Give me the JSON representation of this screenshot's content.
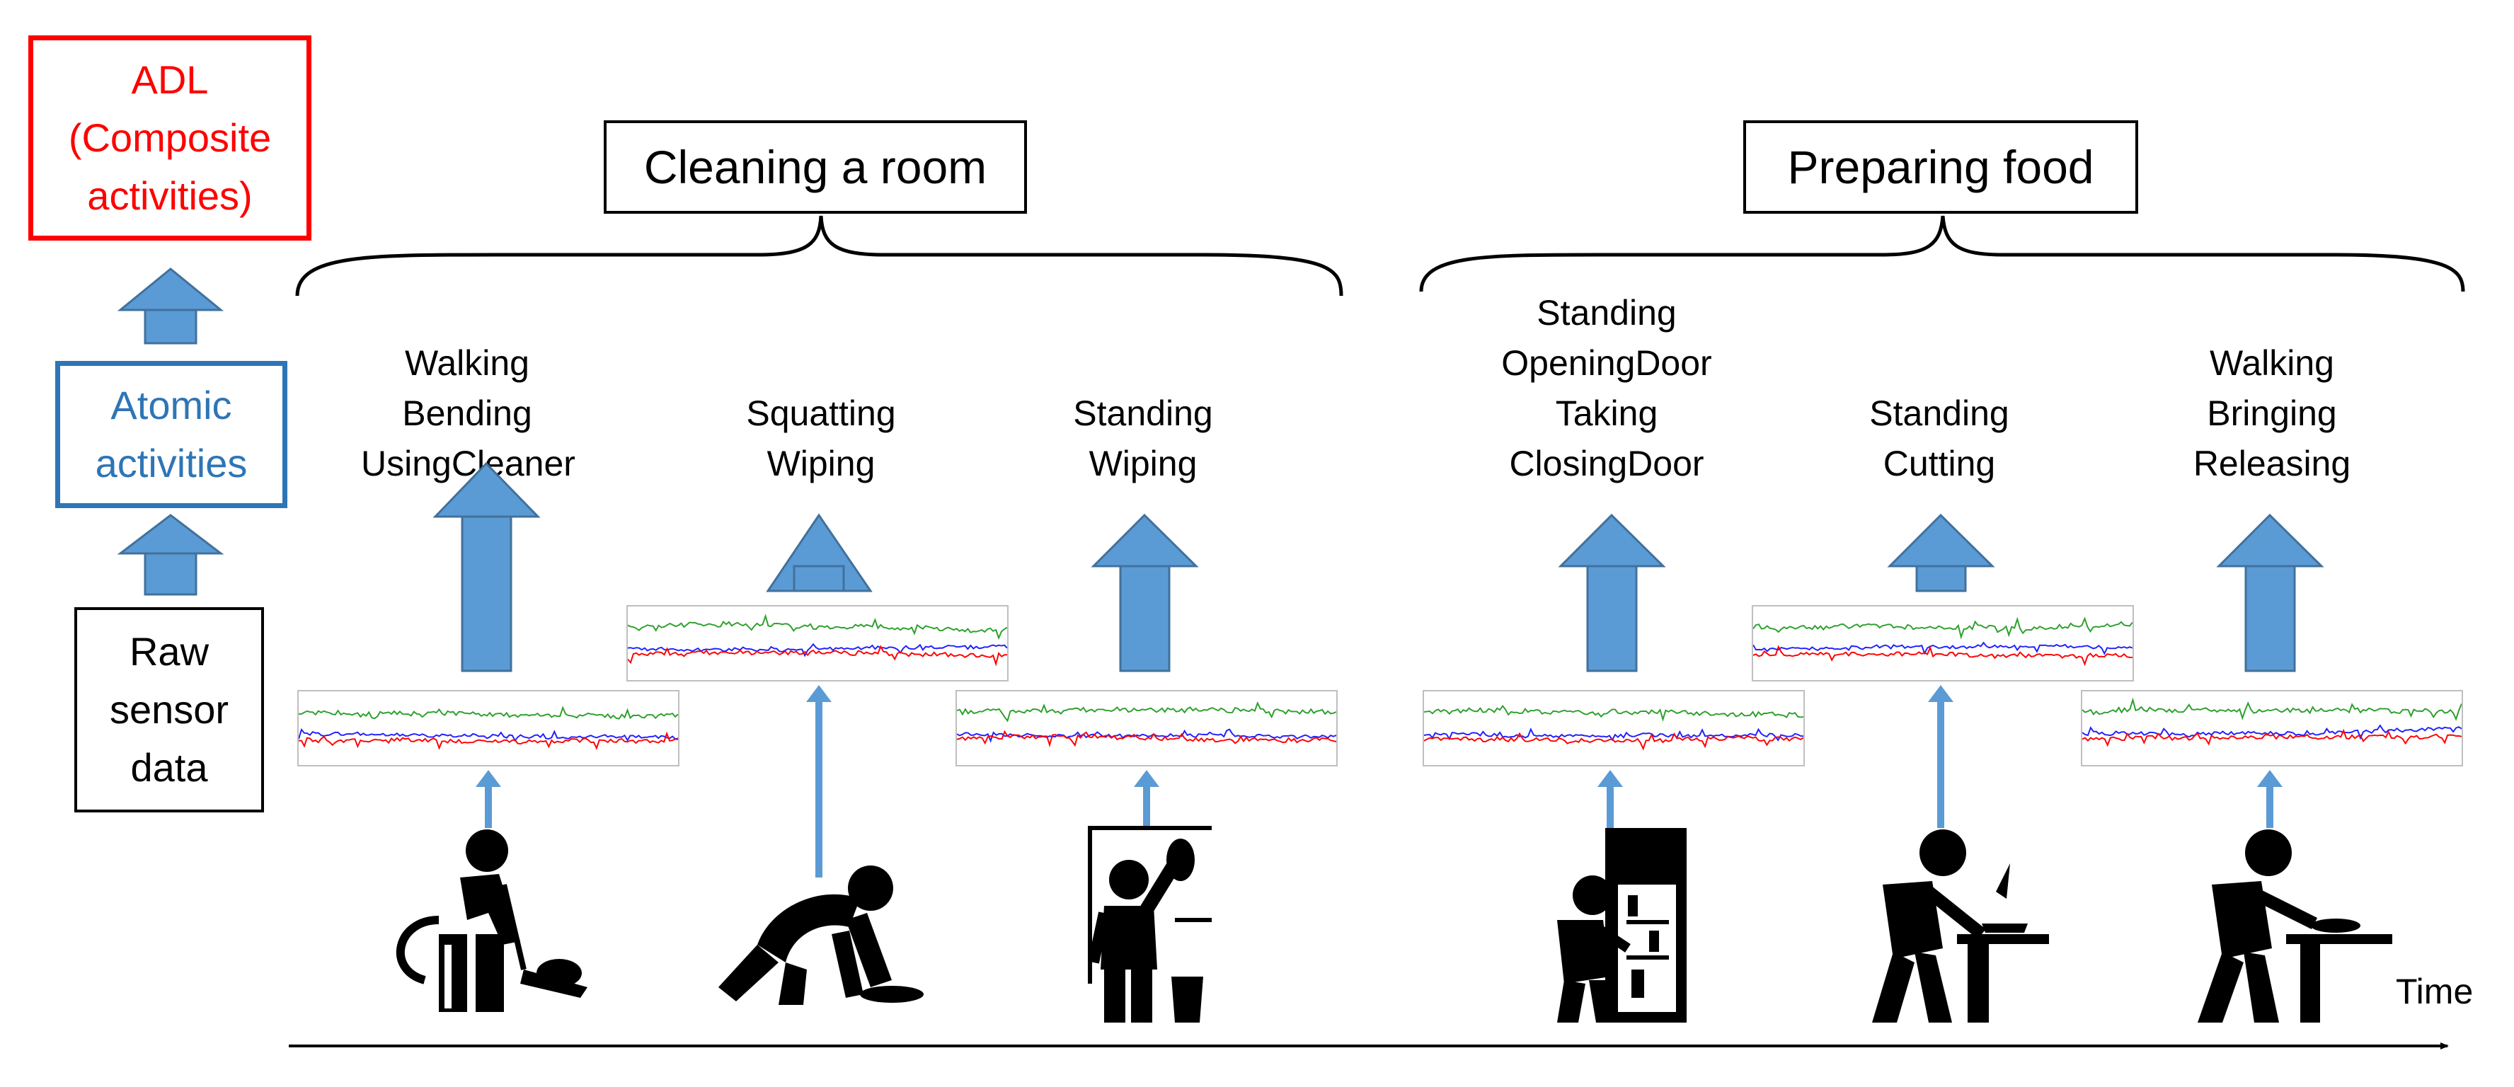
{
  "hierarchy": {
    "adl": "ADL\n(Composite\nactivities)",
    "atomic": "Atomic\nactivities",
    "raw": "Raw\nsensor\ndata"
  },
  "groups": [
    {
      "title": "Cleaning a room"
    },
    {
      "title": "Preparing food"
    }
  ],
  "segments": [
    {
      "label": "Walking\nBending\nUsingCleaner",
      "pictogram": "vacuuming-person-icon"
    },
    {
      "label": "Squatting\nWiping",
      "pictogram": "floor-wiping-person-icon"
    },
    {
      "label": "Standing\nWiping",
      "pictogram": "window-wiping-person-icon"
    },
    {
      "label": "Standing\nOpeningDoor\nTaking\nClosingDoor",
      "pictogram": "fridge-person-icon"
    },
    {
      "label": "Standing\nCutting",
      "pictogram": "cutting-person-icon"
    },
    {
      "label": "Walking\nBringing\nReleasing",
      "pictogram": "serving-person-icon"
    }
  ],
  "signal_colors": {
    "x": "#2ca02c",
    "y": "#1f1fff",
    "z": "#ff0000"
  },
  "colors": {
    "adl": "#ff0000",
    "atomic": "#2e75b6",
    "arrow": "#5b9bd5",
    "arrow_dark": "#41719c"
  },
  "axis": {
    "label": "Time"
  }
}
